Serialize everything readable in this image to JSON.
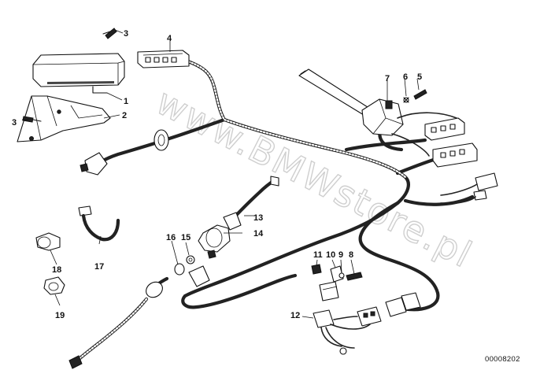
{
  "watermark": "www.BMWstore.pl",
  "reference_id": "00008202",
  "parts": [
    {
      "num": "1"
    },
    {
      "num": "2"
    },
    {
      "num": "3"
    },
    {
      "num": "3"
    },
    {
      "num": "4"
    },
    {
      "num": "5"
    },
    {
      "num": "6"
    },
    {
      "num": "7"
    },
    {
      "num": "8"
    },
    {
      "num": "9"
    },
    {
      "num": "10"
    },
    {
      "num": "11"
    },
    {
      "num": "12"
    },
    {
      "num": "13"
    },
    {
      "num": "14"
    },
    {
      "num": "15"
    },
    {
      "num": "16"
    },
    {
      "num": "17"
    },
    {
      "num": "18"
    },
    {
      "num": "19"
    }
  ]
}
